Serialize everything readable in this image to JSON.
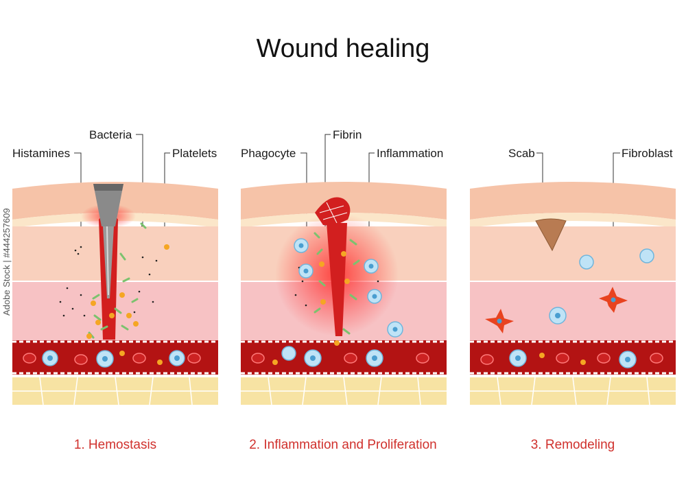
{
  "title": "Wound healing",
  "panels": [
    {
      "caption": "1. Hemostasis",
      "labels": {
        "left": "Histamines",
        "middle": "Bacteria",
        "right": "Platelets"
      }
    },
    {
      "caption": "2. Inflammation and Proliferation",
      "labels": {
        "left": "Phagocyte",
        "middle": "Fibrin",
        "right": "Inflammation"
      }
    },
    {
      "caption": "3. Remodeling",
      "labels": {
        "left": "Scab",
        "right": "Fibroblast"
      }
    }
  ],
  "watermark": "Adobe Stock | #444257609",
  "colors": {
    "epidermis": "#f6c3a8",
    "skin_line": "#fbe6c9",
    "dermis": "#f9d0bd",
    "deep_dermis": "#f7c2c4",
    "vessel": "#b31313",
    "rbc": "#cc2222",
    "fat": "#f7e3a3",
    "wound": "#d21f1f",
    "inflammation_glow": "#ff2a2a",
    "platelet": "#f5a623",
    "bacteria": "#7cc26e",
    "phagocyte": "#bfe3f6",
    "fibroblast": "#e8431f",
    "scab": "#b87b52",
    "caption": "#d0312d"
  },
  "icons": [
    "needle-icon",
    "red-blood-cell-icon",
    "white-blood-cell-icon",
    "platelet-icon",
    "bacterium-icon",
    "fibroblast-icon",
    "scab-icon"
  ]
}
